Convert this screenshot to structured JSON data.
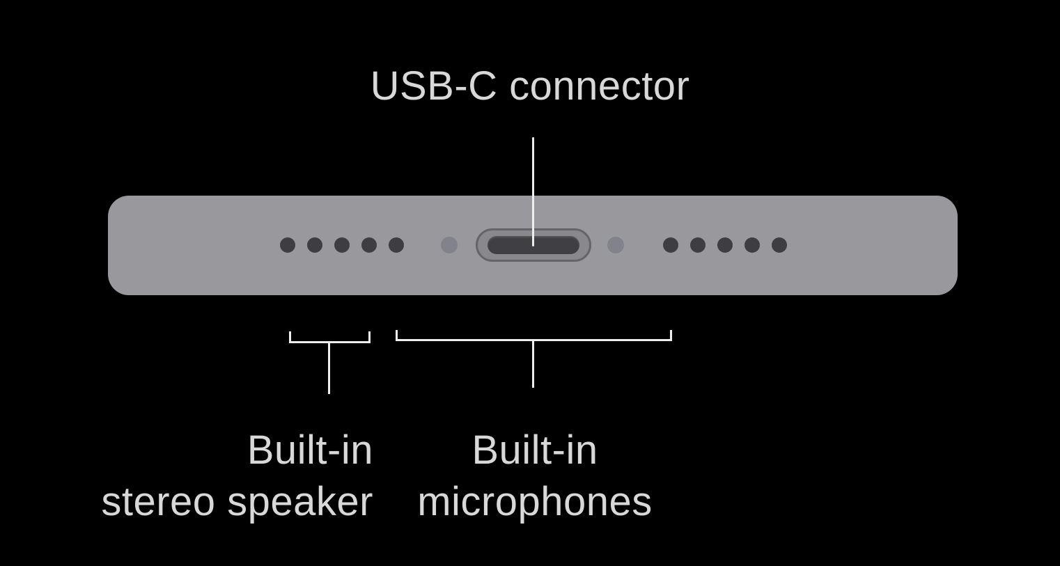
{
  "labels": {
    "usb_connector": "USB-C connector",
    "speaker": {
      "line1": "Built-in",
      "line2": "stereo speaker"
    },
    "microphones": {
      "line1": "Built-in",
      "line2": "microphones"
    }
  },
  "device": {
    "left_speaker_hole_count": 5,
    "right_speaker_hole_count": 5,
    "microphone_hole_count": 2,
    "port_count": 1
  },
  "colors": {
    "background": "#000000",
    "device_body": "#98989d",
    "speaker_hole": "#3e3e41",
    "microphone_hole": "#82828a",
    "port_fill": "#88888d",
    "port_outline": "#64646a",
    "port_slot": "#404043",
    "callout_line": "#eeeeee",
    "label_text": "#d8d8d8"
  }
}
